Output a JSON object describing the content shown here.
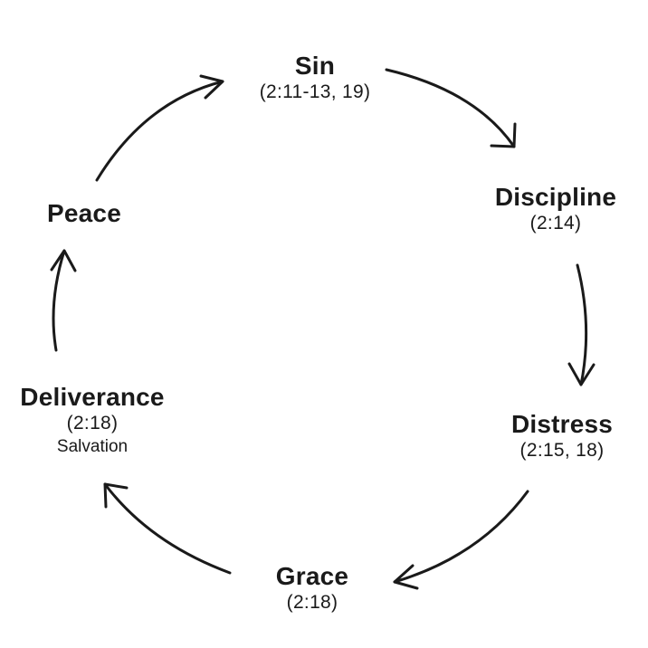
{
  "diagram": {
    "stroke_color": "#1a1a1a",
    "nodes": [
      {
        "id": "sin",
        "title": "Sin",
        "ref": "(2:11-13, 19)"
      },
      {
        "id": "discipline",
        "title": "Discipline",
        "ref": "(2:14)"
      },
      {
        "id": "distress",
        "title": "Distress",
        "ref": "(2:15, 18)"
      },
      {
        "id": "grace",
        "title": "Grace",
        "ref": "(2:18)"
      },
      {
        "id": "deliverance",
        "title": "Deliverance",
        "ref": "(2:18)",
        "sub": "Salvation"
      },
      {
        "id": "peace",
        "title": "Peace"
      }
    ]
  }
}
